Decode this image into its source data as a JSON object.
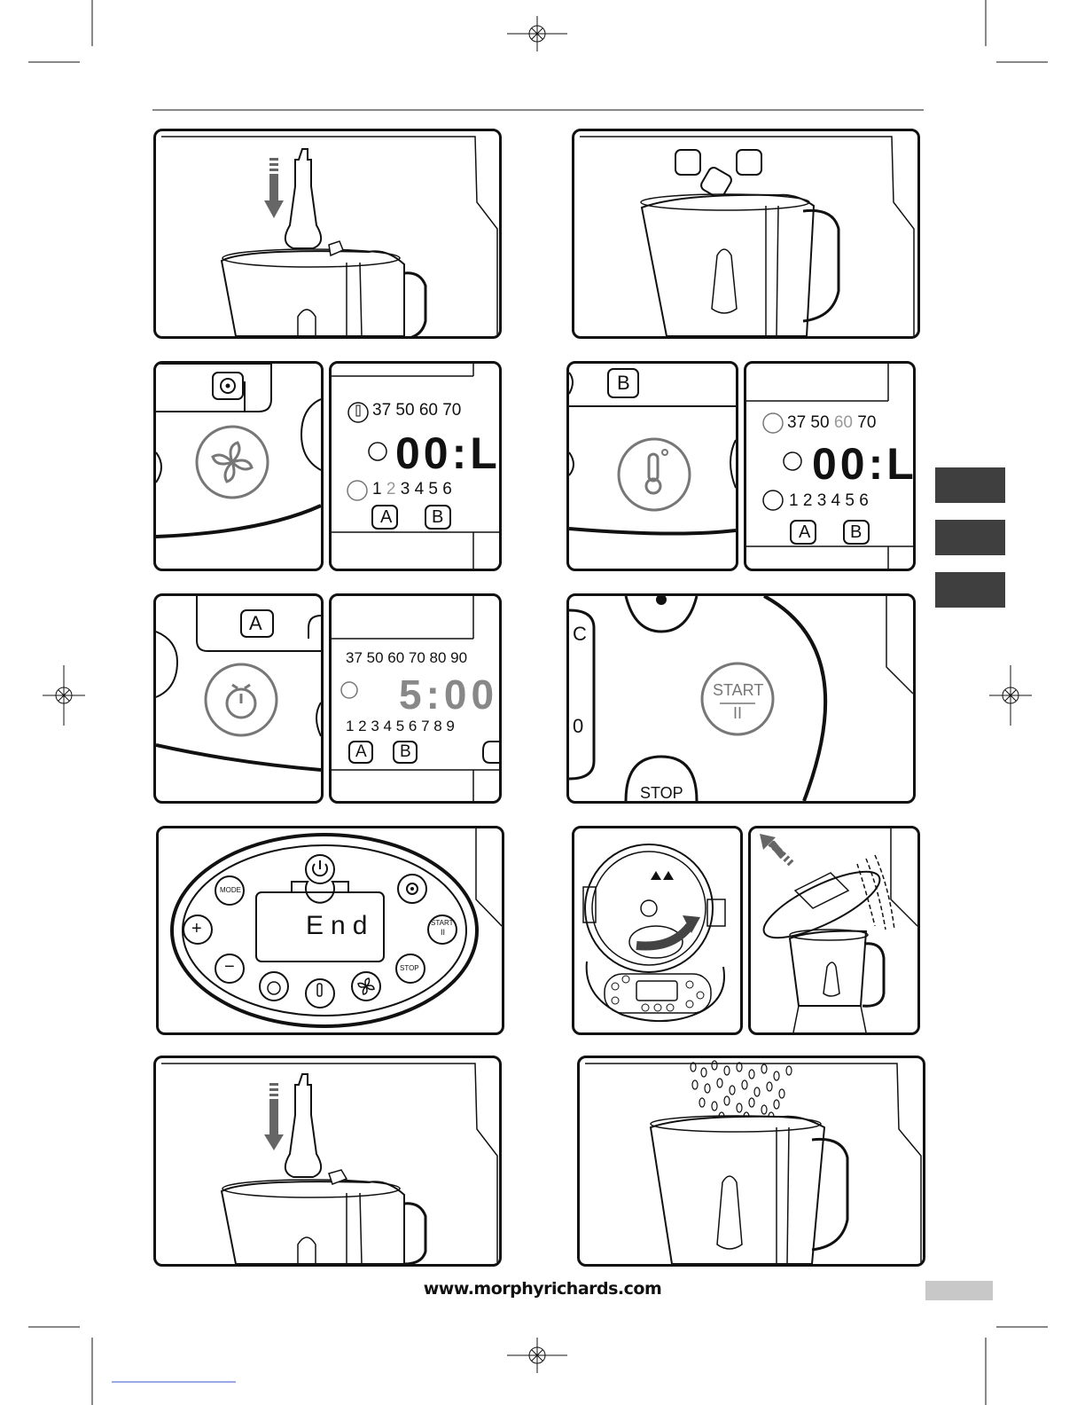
{
  "display_panel_1": {
    "temps": "37 50 60 70",
    "time": "00:L",
    "speeds_highlight": "2",
    "speeds_a": "1",
    "speeds_b": "3 4 5 6",
    "button_a": "A",
    "button_b": "B"
  },
  "display_panel_2": {
    "temps_a": "37 50",
    "temps_highlight": "60",
    "temps_b": "70",
    "time": "00:L",
    "speeds": "1 2 3 4 5 6",
    "button_a": "A",
    "button_b": "B",
    "top_button": "B"
  },
  "display_panel_3": {
    "temps": "37 50 60 70 80 90",
    "time": "5:00",
    "speeds": "1 2 3 4 5 6 7 8 9",
    "button_a": "A",
    "button_b": "B",
    "top_button": "A"
  },
  "start_panel": {
    "start_label": "START",
    "pause_label": "II",
    "stop_label": "STOP",
    "edge_c": "C",
    "edge_0": "0"
  },
  "control_panel": {
    "mode_label": "MODE",
    "start_label": "START",
    "pause_label": "II",
    "stop_label": "STOP",
    "plus_label": "+",
    "minus_label": "−",
    "display_text": "End"
  },
  "footer": {
    "url": "www.morphyrichards.com"
  },
  "colors": {
    "side_tab": "#3f3f3f",
    "page_box": "#c8c8c8"
  }
}
